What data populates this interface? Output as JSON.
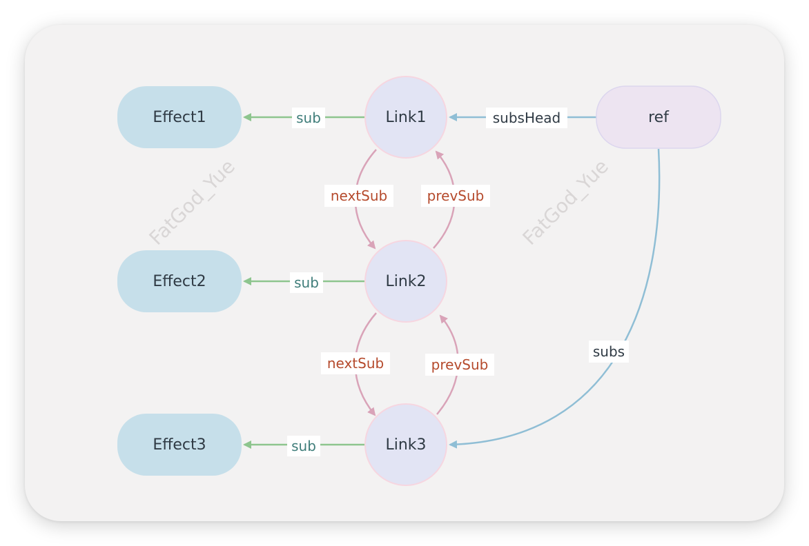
{
  "colors": {
    "effect_fill": "#c6dfea",
    "link_fill": "#e2e4f4",
    "link_stroke": "#f6d6e0",
    "ref_fill": "#ede4f1",
    "ref_stroke": "#dcd6ee",
    "sub_edge": "#8dc58e",
    "sub_label": "#3f7d7a",
    "nextprev_edge": "#d9a3b8",
    "nextprev_label": "#b54a2c",
    "ref_edge": "#8fbed5",
    "ref_label": "#2f3a44"
  },
  "nodes": {
    "effect1": "Effect1",
    "effect2": "Effect2",
    "effect3": "Effect3",
    "link1": "Link1",
    "link2": "Link2",
    "link3": "Link3",
    "ref": "ref"
  },
  "edges": {
    "sub1": "sub",
    "sub2": "sub",
    "sub3": "sub",
    "subs_head": "subsHead",
    "subs": "subs",
    "next_sub_1": "nextSub",
    "prev_sub_1": "prevSub",
    "next_sub_2": "nextSub",
    "prev_sub_2": "prevSub"
  },
  "watermarks": [
    "FatGod_Yue",
    "FatGod_Yue"
  ]
}
